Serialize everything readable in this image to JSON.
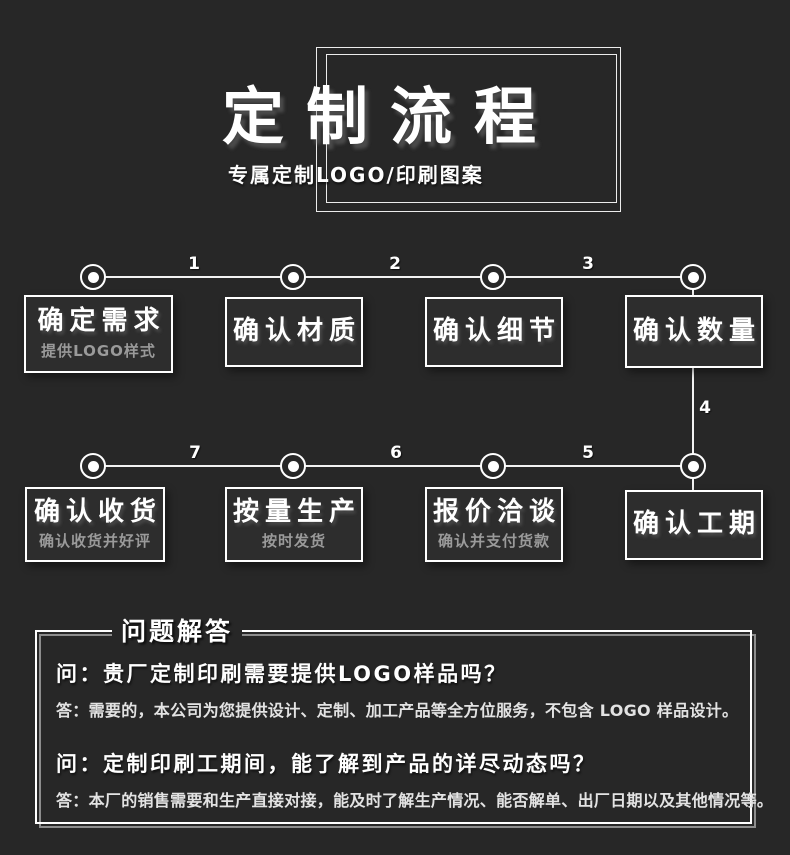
{
  "header": {
    "title": "定制流程",
    "subtitle": "专属定制LOGO/印刷图案"
  },
  "flow": {
    "steps": [
      {
        "label": "确定需求",
        "sublabel": "提供LOGO样式"
      },
      {
        "label": "确认材质",
        "sublabel": ""
      },
      {
        "label": "确认细节",
        "sublabel": ""
      },
      {
        "label": "确认数量",
        "sublabel": ""
      },
      {
        "label": "确认工期",
        "sublabel": ""
      },
      {
        "label": "报价洽谈",
        "sublabel": "确认并支付货款"
      },
      {
        "label": "按量生产",
        "sublabel": "按时发货"
      },
      {
        "label": "确认收货",
        "sublabel": "确认收货并好评"
      }
    ],
    "numbers": [
      "1",
      "2",
      "3",
      "4",
      "5",
      "6",
      "7"
    ]
  },
  "qa": {
    "title": "问题解答",
    "items": [
      {
        "q": "问：贵厂定制印刷需要提供LOGO样品吗？",
        "a": "答：需要的，本公司为您提供设计、定制、加工产品等全方位服务，不包含 LOGO 样品设计。"
      },
      {
        "q": "问：定制印刷工期间，能了解到产品的详尽动态吗？",
        "a": "答：本厂的销售需要和生产直接对接，能及时了解生产情况、能否解单、出厂日期以及其他情况等。"
      }
    ]
  },
  "colors": {
    "background": "#272727",
    "box_fill": "#2d2d2d",
    "line": "#f2f2f2",
    "text_primary": "#ffffff",
    "text_secondary": "#9a9a9a",
    "qa_frame_shadow": "#8d8d8d"
  }
}
